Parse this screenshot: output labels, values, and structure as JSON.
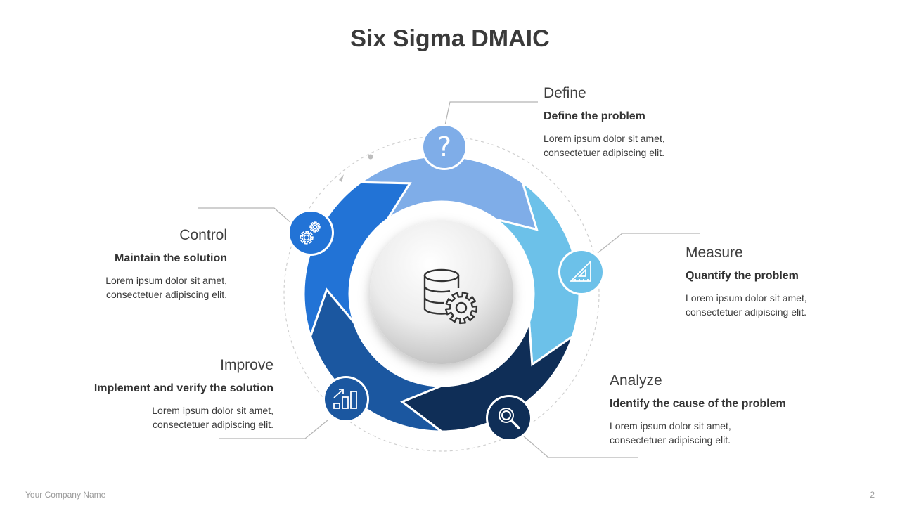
{
  "title": "Six Sigma DMAIC",
  "phases": [
    {
      "key": "define",
      "name": "Define",
      "subtitle": "Define the problem",
      "desc1": "Lorem ipsum dolor sit amet,",
      "desc2": "consectetuer adipiscing elit.",
      "color": "#7FADE8",
      "icon": "question-icon"
    },
    {
      "key": "measure",
      "name": "Measure",
      "subtitle": "Quantify the problem",
      "desc1": "Lorem ipsum dolor sit amet,",
      "desc2": "consectetuer adipiscing elit.",
      "color": "#6CC1E9",
      "icon": "ruler-triangle-icon"
    },
    {
      "key": "analyze",
      "name": "Analyze",
      "subtitle": "Identify the cause of the problem",
      "desc1": "Lorem ipsum dolor sit amet,",
      "desc2": "consectetuer adipiscing elit.",
      "color": "#0F2E57",
      "icon": "magnifier-icon"
    },
    {
      "key": "improve",
      "name": "Improve",
      "subtitle": "Implement and verify the solution",
      "desc1": "Lorem ipsum dolor sit amet,",
      "desc2": "consectetuer adipiscing elit.",
      "color": "#1B57A0",
      "icon": "bar-chart-icon"
    },
    {
      "key": "control",
      "name": "Control",
      "subtitle": "Maintain the solution",
      "desc1": "Lorem ipsum dolor sit amet,",
      "desc2": "consectetuer adipiscing elit.",
      "color": "#2273D6",
      "icon": "gears-icon"
    }
  ],
  "center_icon": "database-gear-icon",
  "footer": {
    "company": "Your Company  Name",
    "page": "2"
  }
}
